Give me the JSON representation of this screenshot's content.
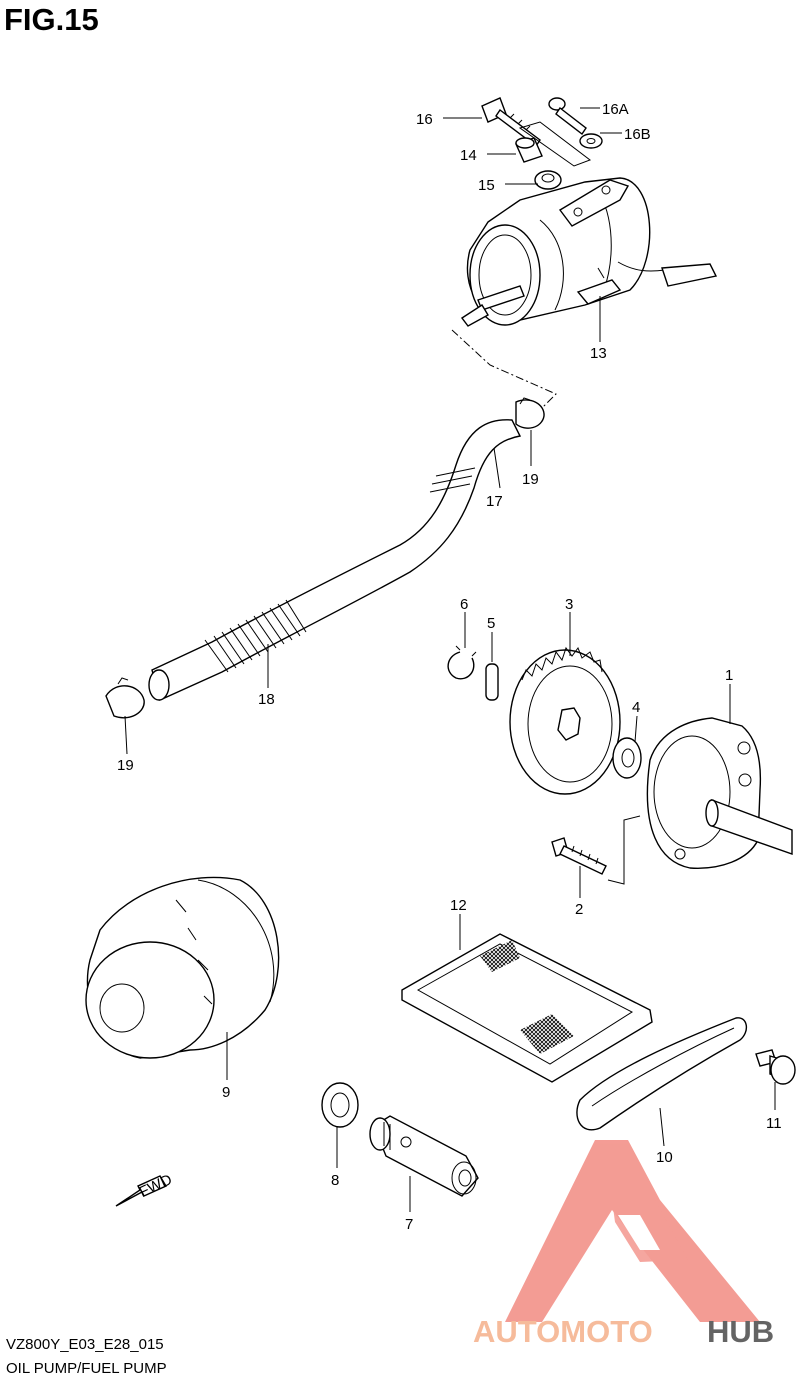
{
  "figure_title": "FIG.15",
  "footer": {
    "model_code": "VZ800Y_E03_E28_015",
    "section_name": "OIL PUMP/FUEL PUMP"
  },
  "direction_marker": "FWD",
  "watermark": {
    "text_primary": "AUTOMOTO",
    "text_secondary": "HUB",
    "color_primary": "#f5b08a",
    "color_secondary": "#4a4a4a",
    "logo_color": "#f28b82"
  },
  "callouts": {
    "p1": "1",
    "p2": "2",
    "p3": "3",
    "p4": "4",
    "p5": "5",
    "p6": "6",
    "p7": "7",
    "p8": "8",
    "p9": "9",
    "p10": "10",
    "p11": "11",
    "p12": "12",
    "p13": "13",
    "p14": "14",
    "p15": "15",
    "p16": "16",
    "p16a": "16A",
    "p16b": "16B",
    "p17": "17",
    "p18": "18",
    "p19a": "19",
    "p19b": "19"
  }
}
